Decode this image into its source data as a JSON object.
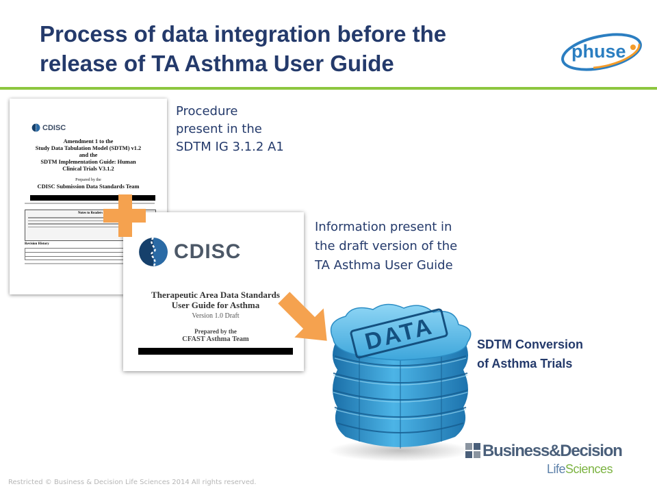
{
  "slide": {
    "title_line1": "Process of data integration before the",
    "title_line2": "release of TA Asthma User Guide",
    "labels": {
      "procedure": [
        "Procedure",
        "present in the",
        "SDTM IG 3.1.2 A1"
      ],
      "information": [
        "Information present in",
        "the draft version of the",
        "TA Asthma User Guide"
      ],
      "sdtm": [
        "SDTM Conversion",
        "of Asthma Trials"
      ]
    },
    "footer": "Restricted © Business & Decision Life Sciences 2014 All rights reserved."
  },
  "doc_amendment": {
    "logo_text": "CDISC",
    "line1": "Amendment 1 to the",
    "line2": "Study Data Tabulation Model (SDTM) v1.2",
    "line3": "and the",
    "line4": "SDTM Implementation Guide: Human",
    "line5": "Clinical Trials V3.1.2",
    "prepared": "Prepared by the",
    "team": "CDISC Submission Data Standards Team",
    "notes_title": "Notes to Readers",
    "revision_title": "Revision History"
  },
  "doc_asthma": {
    "logo_text": "CDISC",
    "title1": "Therapeutic Area Data Standards",
    "title2": "User Guide for Asthma",
    "version": "Version 1.0 Draft",
    "prepared": "Prepared by the",
    "team": "CFAST Asthma Team"
  },
  "data_icon_label": "DATA",
  "logos": {
    "phuse": "phuse",
    "business_decision": "Business&Decision",
    "life": "Life",
    "sciences": "Sciences"
  },
  "colors": {
    "title": "#243a6b",
    "rule": "#8dc63f",
    "accent_orange": "#f5a24f",
    "data_blue": "#3fa9dc"
  }
}
